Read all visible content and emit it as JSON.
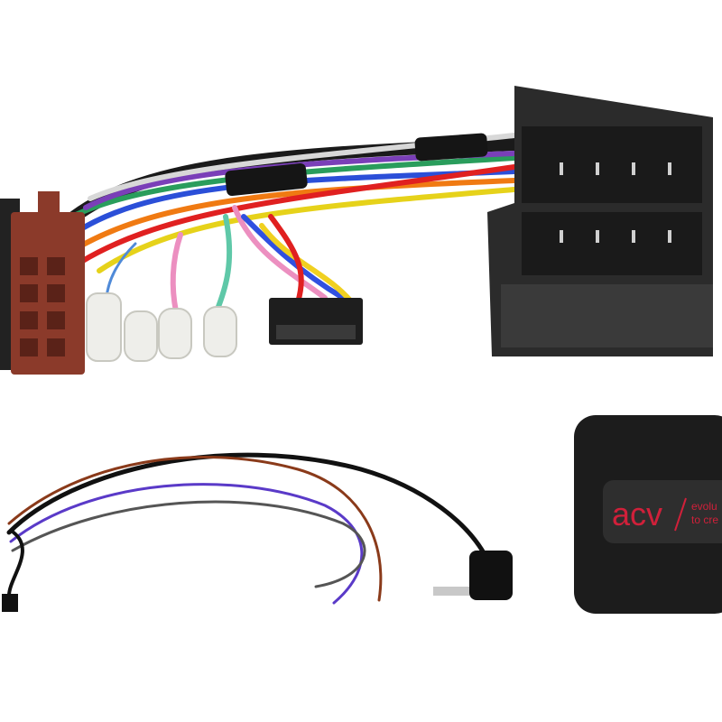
{
  "image": {
    "subject": "product-photo",
    "background_color": "#ffffff",
    "items": [
      {
        "name": "wiring-harness-iso-connector",
        "color": "#8b3a2a"
      },
      {
        "name": "quadlock-connector",
        "color": "#2b2b2b"
      },
      {
        "name": "stereo-plug-connector",
        "color": "#1e1e1e"
      },
      {
        "name": "loose-wire-cable-with-jack",
        "color": "#111111"
      },
      {
        "name": "interface-module-box",
        "color": "#1c1c1c"
      }
    ],
    "logo": {
      "brand": "acv",
      "slogan_partial": [
        "evolu",
        "to cre"
      ],
      "color": "#d0203a"
    }
  }
}
